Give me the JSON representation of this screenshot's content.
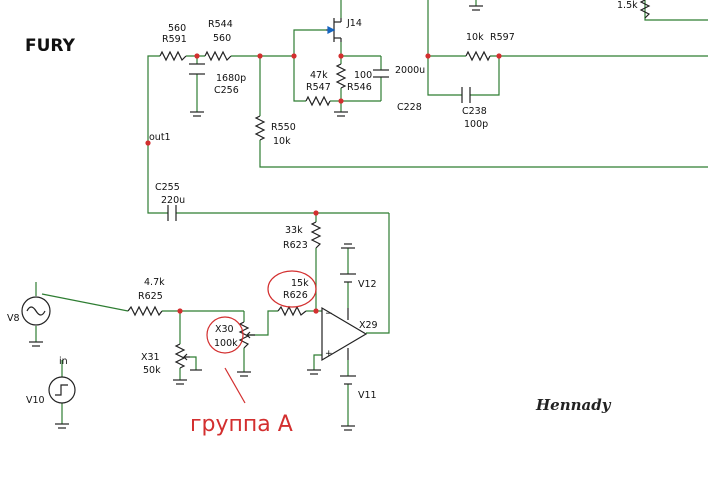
{
  "title": "FURY",
  "annotation": "группа А",
  "signature": "Hennady",
  "components": {
    "R591": {
      "value": "560",
      "ref": "R591"
    },
    "R544": {
      "ref": "R544",
      "value": "560"
    },
    "C256": {
      "value": "1680p",
      "ref": "C256"
    },
    "R550": {
      "ref": "R550",
      "value": "10k"
    },
    "J14": {
      "ref": "J14"
    },
    "R547": {
      "value": "47k",
      "ref": "R547"
    },
    "R546": {
      "value": "100",
      "ref": "R546"
    },
    "C228": {
      "value": "2000u",
      "ref": "C228"
    },
    "R597": {
      "value": "10k",
      "ref": "R597"
    },
    "C238": {
      "ref": "C238",
      "value": "100p"
    },
    "R_top": {
      "value": "1.5k"
    },
    "out1": {
      "label": "out1"
    },
    "C255": {
      "ref": "C255",
      "value": "220u"
    },
    "R623": {
      "value": "33k",
      "ref": "R623"
    },
    "V12": {
      "ref": "V12"
    },
    "R625": {
      "value": "4.7k",
      "ref": "R625"
    },
    "R626": {
      "value": "15k",
      "ref": "R626"
    },
    "X29": {
      "ref": "X29"
    },
    "X30": {
      "ref": "X30",
      "value": "100k"
    },
    "X31": {
      "ref": "X31",
      "value": "50k"
    },
    "V8": {
      "ref": "V8"
    },
    "V10": {
      "ref": "V10",
      "label": "in"
    },
    "V11": {
      "ref": "V11"
    }
  },
  "colors": {
    "wire": "#2e7d32",
    "node": "#d32f2f",
    "highlight": "#d32f2f"
  }
}
